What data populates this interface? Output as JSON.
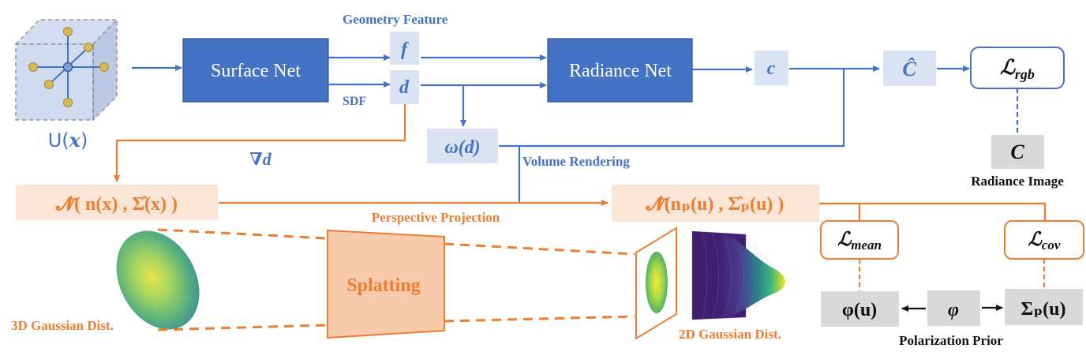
{
  "colors": {
    "blue": "#4472c4",
    "blue_light": "#dae3f3",
    "orange": "#ed7d31",
    "orange_light": "#fbe5d6",
    "gray_box": "#d9d9d9",
    "cube_fill": "#c9d5ec",
    "node_gold": "#d9b85c"
  },
  "input": {
    "label": "U(x)",
    "label_prefix": "U(",
    "label_var": "x",
    "label_suffix": ")"
  },
  "surface_net": {
    "label": "Surface Net"
  },
  "radiance_net": {
    "label": "Radiance Net"
  },
  "labels": {
    "geometry_feature": "Geometry Feature",
    "sdf": "SDF",
    "grad_d": "∇d",
    "volume_rendering": "Volume Rendering",
    "perspective_projection": "Perspective Projection",
    "radiance_image": "Radiance Image",
    "gaussian_3d": "3D Gaussian Dist.",
    "gaussian_2d": "2D Gaussian Dist.",
    "polarization_prior": "Polarization Prior",
    "splatting": "Splatting"
  },
  "nodes": {
    "f": "f",
    "d": "d",
    "c": "c",
    "c_hat": "Ĉ",
    "omega_d": "ω(d)",
    "C": "C",
    "L_rgb": {
      "base": "ℒ",
      "sub": "rgb"
    },
    "L_mean": {
      "base": "ℒ",
      "sub": "mean"
    },
    "L_cov": {
      "base": "ℒ",
      "sub": "cov"
    },
    "N_3d": "𝓝̂( n(x) , Σ̂(x) )",
    "N_2d": "𝓝̂(nₚ(u) , Σ̂ₚ(u) )",
    "phi_u": "φ(u)",
    "phi": "φ",
    "sigma_p_u": "Σₚ(u)"
  }
}
